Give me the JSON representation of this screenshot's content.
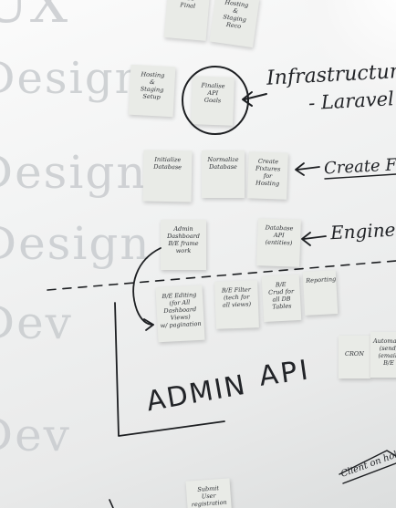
{
  "ghost_labels": [
    "UX",
    "Design",
    "Design",
    "Design",
    "Dev",
    "Dev"
  ],
  "notes": [
    {
      "id": "top1",
      "text": "REO\nFinal"
    },
    {
      "id": "top2",
      "text": "Hosting\n&\nStaging\nReco"
    },
    {
      "id": "hosting",
      "text": "Hosting\n&\nStaging\nSetup"
    },
    {
      "id": "finalize",
      "text": "Finalise\nAPI\nGoals"
    },
    {
      "id": "initialize",
      "text": "Initialize\nDatabase"
    },
    {
      "id": "normalize",
      "text": "Normalize\nDatabase"
    },
    {
      "id": "fixtures",
      "text": "Create\nFixtures\nfor\nHosting"
    },
    {
      "id": "admin",
      "text": "Admin\nDashboard\nB/E frame\nwork"
    },
    {
      "id": "dbapi",
      "text": "Database\nAPI\n(entities)"
    },
    {
      "id": "editing",
      "text": "B/E Editing\n(for All\nDashboard\nViews)\nw/ pagination"
    },
    {
      "id": "filter",
      "text": "B/E Filter\n(tech for\nall views)"
    },
    {
      "id": "crud",
      "text": "B/E\nCrud for\nall DB\nTables"
    },
    {
      "id": "reporting",
      "text": "Reporting"
    },
    {
      "id": "cron",
      "text": "CRON"
    },
    {
      "id": "automated",
      "text": "Automated\n(send)\n(email)\nB/E"
    },
    {
      "id": "submit",
      "text": "Submit\nUser\nregistration"
    }
  ],
  "handwriting": {
    "infrastructure": "Infrastructure Recs",
    "laravel": "- Laravel +",
    "fixtures": "Create Fixture",
    "engineering": "Engineering",
    "admin": "ADMIN",
    "api": "API",
    "client": "Client on hold"
  }
}
